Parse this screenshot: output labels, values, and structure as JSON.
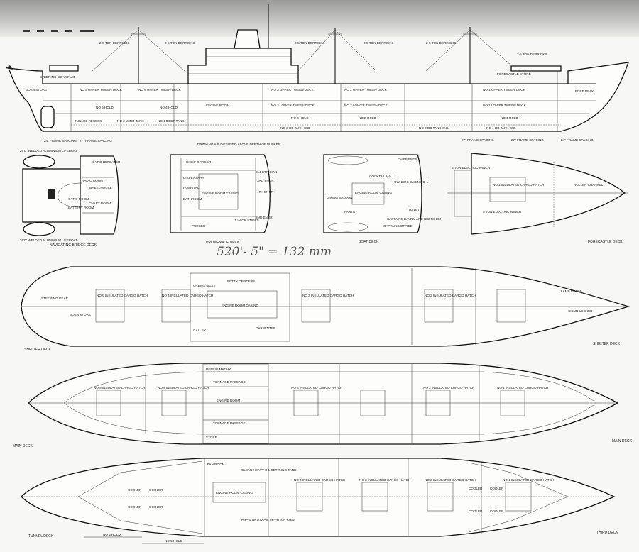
{
  "profile": {
    "derricks": [
      "2-5 TON DERRICKS",
      "2-5 TON DERRICKS",
      "2-5 TON DERRICKS",
      "2-5 TON DERRICKS",
      "2-5 TON DERRICKS",
      "2-5 TON DERRICKS"
    ],
    "spaces": [
      "BOSN STORE",
      "STEERING GEAR FLAT",
      "NO 5 UPPER TWEEN DECK",
      "NO 4 UPPER TWEEN DECK",
      "NO 5 HOLD",
      "NO 4 HOLD",
      "ENGINE ROOM",
      "TUNNEL RECESS",
      "NO 2 WING TANK",
      "NO 1 DEEP TANK",
      "NO 3 UPPER TWEEN DECK",
      "NO 3 LOWER TWEEN DECK",
      "NO 3 HOLD",
      "NO 2 UPPER TWEEN DECK",
      "NO 2 LOWER TWEEN DECK",
      "NO 2 HOLD",
      "NO 1 UPPER TWEEN DECK",
      "NO 1 LOWER TWEEN DECK",
      "NO 1 HOLD",
      "FORECASTLE STORE",
      "FORE PEAK",
      "NO 3 DB TANK W.B.",
      "NO 2 DB TANK W.B.",
      "NO 1 DB TANK W.B."
    ],
    "frame_spacing": [
      "24\" FRAME SPACING",
      "27\" FRAME SPACING",
      "27\" FRAME SPACING",
      "27\" FRAME SPACING",
      "24\" FRAME SPACING"
    ],
    "notes": [
      "DRINKING AIR DIFFUSED ABOVE DEPTH OF BUNKER"
    ]
  },
  "decks": {
    "nav_bridge": {
      "title": "NAVIGATING BRIDGE DECK",
      "rooms": [
        "WHEELHOUSE",
        "CHART ROOM",
        "RADIO ROOM",
        "GYRO ROOM",
        "BATTERY ROOM",
        "GYRO REPEATER"
      ],
      "notes": [
        "26'0\" WELDED ALUMINIUM LIFEBOAT",
        "26'0\" WELDED ALUMINIUM LIFEBOAT"
      ]
    },
    "promenade": {
      "title": "PROMENADE DECK",
      "rooms": [
        "CHIEF OFFICER",
        "DISPENSARY",
        "HOSPITAL",
        "ENGINE ROOM CASING",
        "BATHROOM",
        "ELECTRICIAN",
        "3RD ENGR",
        "4TH ENGR",
        "2ND ENGR",
        "JUNIOR ENGRS",
        "PURSER"
      ]
    },
    "boat": {
      "title": "BOAT DECK",
      "rooms": [
        "COCKTAIL HALL",
        "DINING SALOON",
        "ENGINE ROOM CASING",
        "PANTRY",
        "OWNERS CABIN NO 1",
        "CHIEF ENGR",
        "CAPTAINS DAYRM AND BEDROOM",
        "CAPTAINS OFFICE",
        "TOILET"
      ]
    },
    "forecastle": {
      "title": "FORECASTLE DECK",
      "rooms": [
        "5 TON ELECTRIC WINCH",
        "NO 1 INSULATED CARGO HATCH",
        "ROLLER CHANNEL",
        "5 TON ELECTRIC WINCH"
      ]
    }
  },
  "annotation": "520'- 5\"  = 132 mm",
  "shelter": {
    "title": "SHELTER DECK",
    "rooms": [
      "STEERING GEAR",
      "BOSN STORE",
      "NO 5 INSULATED CARGO HATCH",
      "NO 4 INSULATED CARGO HATCH",
      "ENGINE ROOM CASING",
      "GALLEY",
      "CARPENTER",
      "CREWS MESS",
      "PETTY OFFICERS",
      "NO 3 INSULATED CARGO HATCH",
      "NO 2 INSULATED CARGO HATCH",
      "LAMP ROOM",
      "CHAIN LOCKER"
    ]
  },
  "main": {
    "title": "MAIN DECK",
    "rooms": [
      "NO 5 INSULATED CARGO HATCH",
      "NO 4 INSULATED CARGO HATCH",
      "TONNAGE PASSAGE",
      "ENGINE ROOM",
      "TONNAGE PASSAGE",
      "NO 3 INSULATED CARGO HATCH",
      "NO 2 INSULATED CARGO HATCH",
      "NO 1 INSULATED CARGO HATCH",
      "REFRIG MACHY",
      "STORE"
    ]
  },
  "third": {
    "title": "THIRD DECK",
    "tunnel": "TUNNEL DECK",
    "rooms": [
      "COOLER",
      "COOLER",
      "COOLER",
      "COOLER",
      "FAN ROOM",
      "ENGINE ROOM CASING",
      "CLEAN HEAVY OIL SETTLING TANK",
      "DIRTY HEAVY OIL SETTLING TANK",
      "NO 4 INSULATED CARGO HATCH",
      "NO 3 INSULATED CARGO HATCH",
      "NO 2 INSULATED CARGO HATCH",
      "NO 1 INSULATED CARGO HATCH",
      "COOLER",
      "COOLER",
      "COOLER",
      "COOLER"
    ],
    "dims": [
      "NO 5 HOLD",
      "NO 5 HOLD"
    ]
  },
  "colors": {
    "paper": "#f7f7f5",
    "ink": "#1a1a1a",
    "band": "#a8a8a6"
  }
}
